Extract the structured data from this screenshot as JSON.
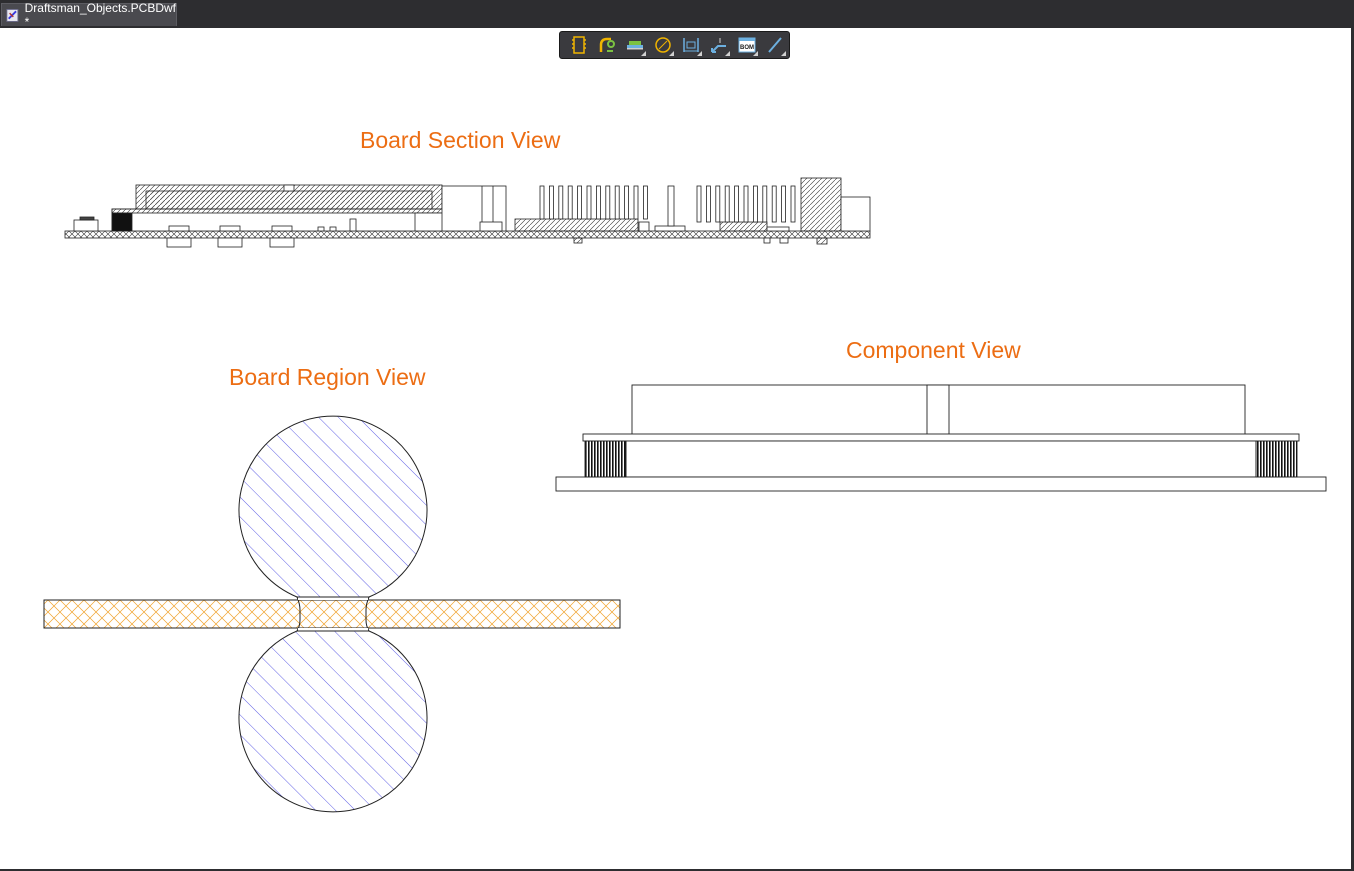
{
  "document_tab": {
    "label": "Draftsman_Objects.PCBDwf *"
  },
  "toolbar": {
    "tools": [
      {
        "icon": "board-assembly-view-icon"
      },
      {
        "icon": "board-fabrication-view-icon"
      },
      {
        "icon": "board-section-view-icon",
        "has_dropdown": true
      },
      {
        "icon": "board-detail-view-icon",
        "has_dropdown": true
      },
      {
        "icon": "dimension-icon",
        "has_dropdown": true
      },
      {
        "icon": "callout-icon",
        "has_dropdown": true
      },
      {
        "icon": "bom-table-icon",
        "badge": "BOM",
        "has_dropdown": true
      },
      {
        "icon": "line-drawing-icon",
        "has_dropdown": true
      }
    ]
  },
  "views": {
    "board_section": {
      "title": "Board Section View"
    },
    "board_region": {
      "title": "Board Region View"
    },
    "component": {
      "title": "Component View"
    }
  },
  "colors": {
    "title_orange": "#ec6d13",
    "region_hatch_blue": "#3a3adf",
    "board_hatch_orange": "#f0a22b",
    "sheet_background": "#ffffff",
    "chrome_dark": "#2d2d30"
  }
}
